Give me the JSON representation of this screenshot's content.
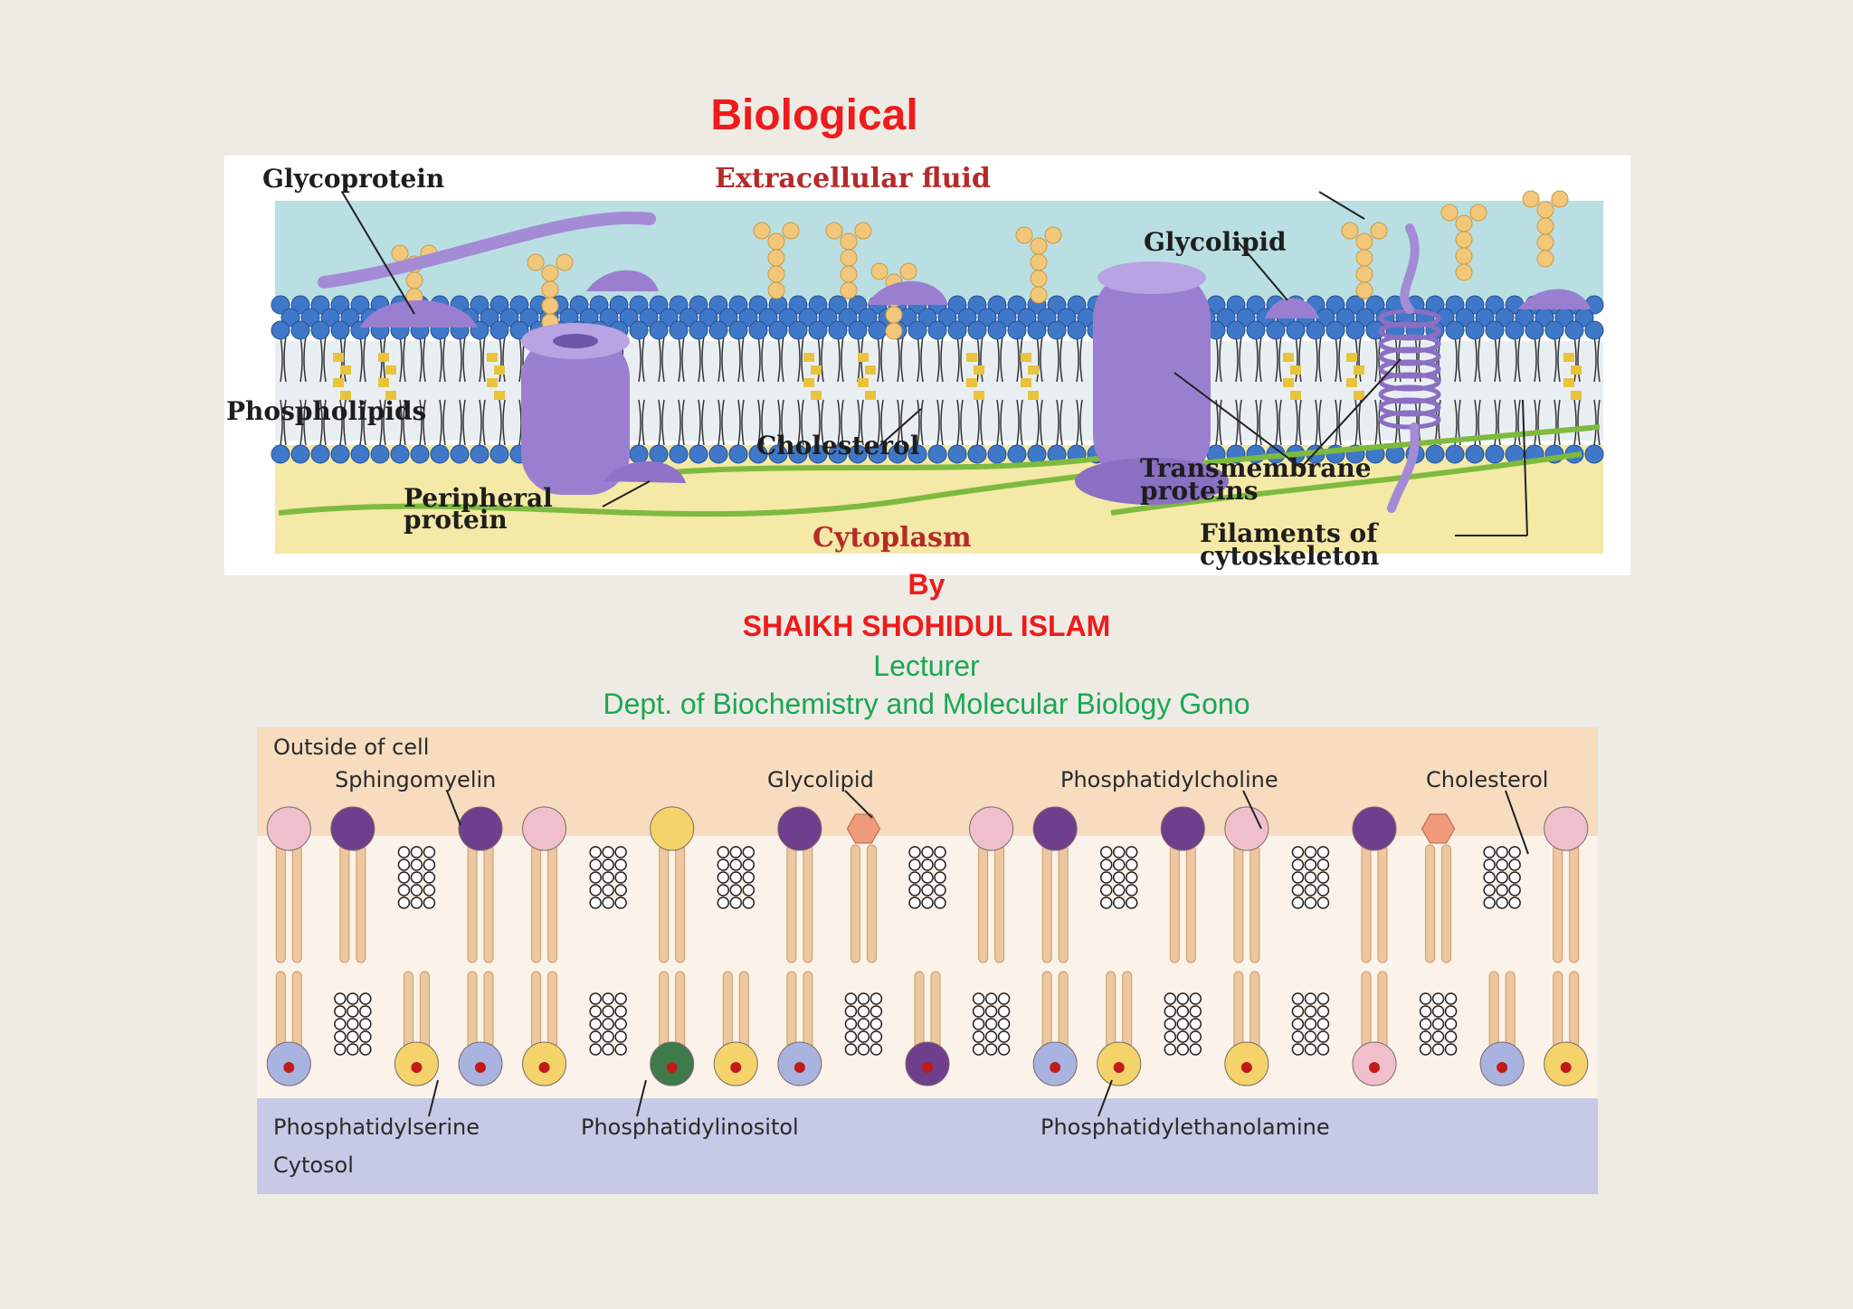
{
  "slide": {
    "title": "Biological",
    "by": "By",
    "author": "SHAIKH SHOHIDUL ISLAM",
    "role": "Lecturer",
    "department": "Dept. of Biochemistry and Molecular Biology  Gono"
  },
  "membrane_diagram": {
    "labels": {
      "glycoprotein": "Glycoprotein",
      "extracellular_fluid": "Extracellular fluid",
      "glycolipid": "Glycolipid",
      "phospholipids": "Phospholipids",
      "cholesterol": "Cholesterol",
      "transmembrane_1": "Transmembrane",
      "transmembrane_2": "proteins",
      "peripheral_1": "Peripheral",
      "peripheral_2": "protein",
      "cytoplasm": "Cytoplasm",
      "filaments_1": "Filaments of",
      "filaments_2": "cytoskeleton"
    },
    "colors": {
      "extracellular": "#b9dfe3",
      "cytoplasm": "#f4e9a6",
      "head": "#3f78c8",
      "protein": "#9a7fd1",
      "cholesterol": "#e9c33c",
      "filament": "#7dba3e",
      "glyco_chain": "#f2c77a"
    }
  },
  "lipid_diagram": {
    "labels": {
      "outside": "Outside of cell",
      "sphingomyelin": "Sphingomyelin",
      "glycolipid": "Glycolipid",
      "phosphatidylcholine": "Phosphatidylcholine",
      "cholesterol": "Cholesterol",
      "phosphatidylserine": "Phosphatidylserine",
      "phosphatidylinositol": "Phosphatidylinositol",
      "phosphatidylethanolamine": "Phosphatidylethanolamine",
      "cytosol": "Cytosol"
    },
    "colors": {
      "outside_bg": "#f7dcc0",
      "cytosol_bg": "#c7cae6",
      "tail": "#edc79f",
      "head_purple": "#6e3f8c",
      "head_pink": "#efc0cc",
      "head_yellow": "#f5d36b",
      "head_blue": "#a9b3e0",
      "head_green": "#3e7a4a",
      "glycolipid_head": "#ef9a7a"
    }
  }
}
